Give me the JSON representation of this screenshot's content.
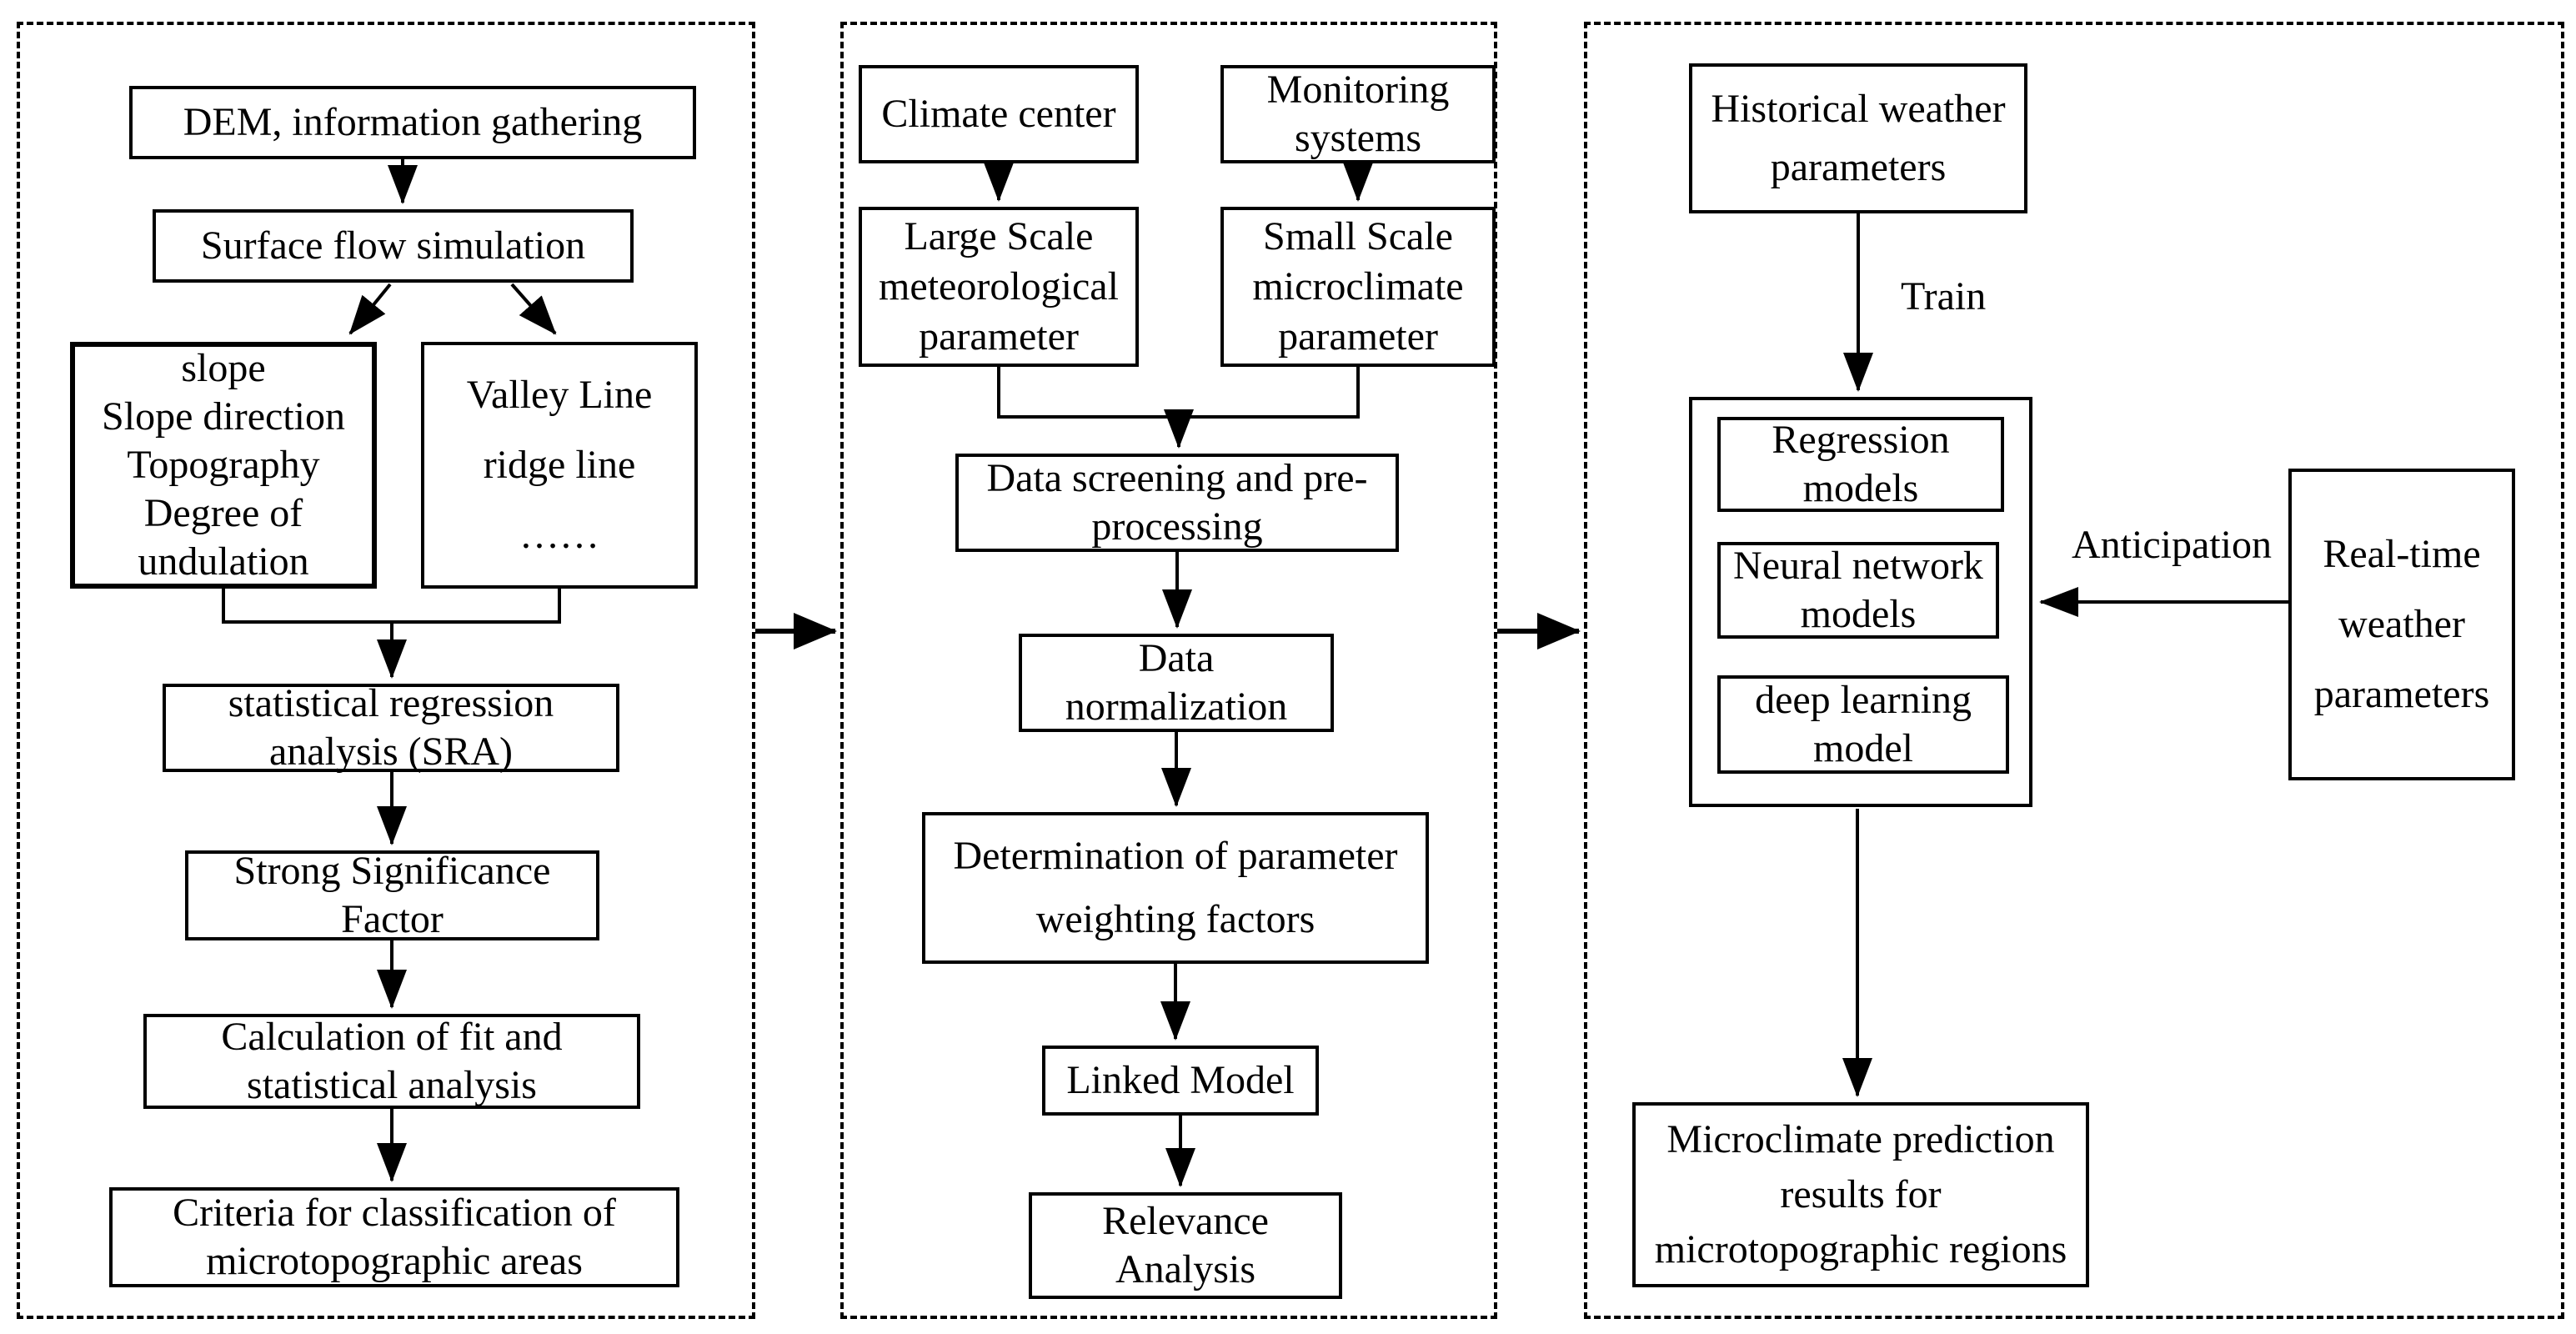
{
  "colors": {
    "ink": "#000000",
    "background": "#ffffff"
  },
  "left_panel": {
    "dem_box": "DEM, information gathering",
    "surface_flow_box": "Surface flow simulation",
    "terrain_factors_box": "slope\nSlope direction\nTopography\nDegree of\nundulation",
    "valley_ridge_box": "Valley Line\nridge line\n……",
    "sra_box": "statistical regression\nanalysis (SRA)",
    "significance_box": "Strong Significance\nFactor",
    "fit_calc_box": "Calculation of fit and\nstatistical analysis",
    "criteria_box": "Criteria for classification of\nmicrotopographic areas"
  },
  "middle_panel": {
    "climate_center_box": "Climate center",
    "monitoring_box": "Monitoring\nsystems",
    "large_scale_box": "Large Scale\nmeteorological\nparameter",
    "small_scale_box": "Small Scale\nmicroclimate\nparameter",
    "screening_box": "Data screening and pre-\nprocessing",
    "normalization_box": "Data\nnormalization",
    "weighting_box": "Determination of parameter\nweighting factors",
    "linked_model_box": "Linked Model",
    "relevance_box": "Relevance\nAnalysis"
  },
  "right_panel": {
    "historical_box": "Historical weather\nparameters",
    "train_label": "Train",
    "regression_box": "Regression\nmodels",
    "neural_box": "Neural network\nmodels",
    "deep_learning_box": "deep learning\nmodel",
    "anticipation_label": "Anticipation",
    "realtime_box": "Real-time\nweather\nparameters",
    "prediction_box": "Microclimate prediction\nresults for\nmicrotopographic regions"
  },
  "edges": [
    "dem_box -> surface_flow_box",
    "surface_flow_box -> terrain_factors_box",
    "surface_flow_box -> valley_ridge_box",
    "terrain_factors_box + valley_ridge_box -> sra_box",
    "sra_box -> significance_box",
    "significance_box -> fit_calc_box",
    "fit_calc_box -> criteria_box",
    "left_panel -> middle_panel",
    "climate_center_box -> large_scale_box",
    "monitoring_box -> small_scale_box",
    "large_scale_box + small_scale_box -> screening_box",
    "screening_box -> normalization_box",
    "normalization_box -> weighting_box",
    "weighting_box -> linked_model_box",
    "linked_model_box -> relevance_box",
    "middle_panel -> right_panel",
    "historical_box -> models_group (Train)",
    "realtime_box -> models_group (Anticipation)",
    "models_group -> prediction_box"
  ]
}
